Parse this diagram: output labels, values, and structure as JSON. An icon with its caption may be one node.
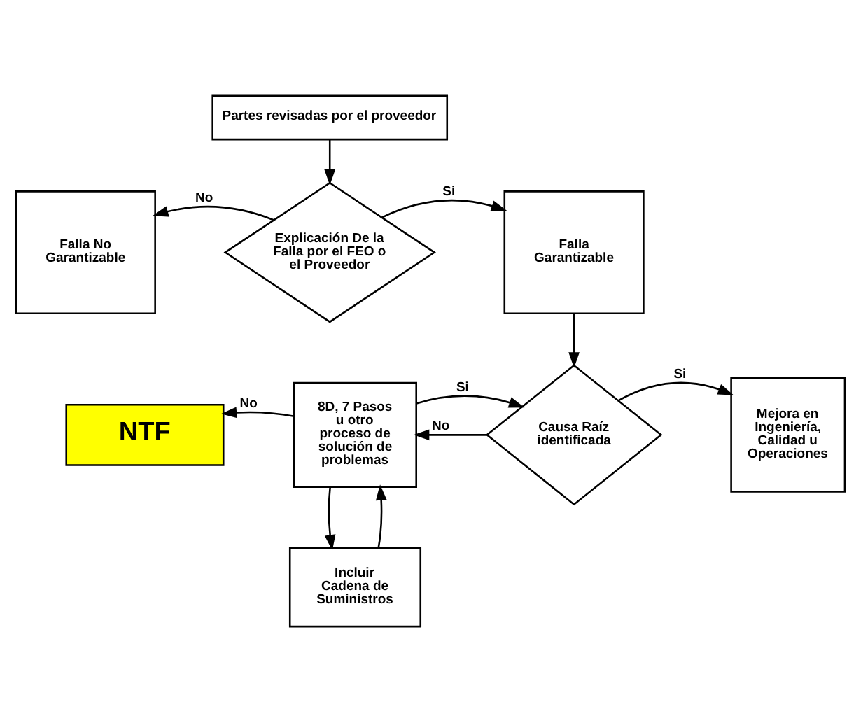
{
  "diagram": {
    "nodes": [
      {
        "text": [
          "Partes revisadas por el proveedor"
        ]
      },
      {
        "text": [
          "Explicación De la Falla por el FEO o el Proveedor"
        ]
      },
      {
        "text": [
          "Falla No Garantizable"
        ]
      },
      {
        "text": [
          "Falla Garantizable"
        ]
      },
      {
        "text": [
          "Causa Raíz identificada"
        ]
      },
      {
        "text": [
          "8D, 7 Pasos u otro proceso de solución de problemas"
        ]
      },
      {
        "text": [
          "Mejora en Ingeniería, Calidad u Operaciones"
        ]
      },
      {
        "text": [
          "NTF"
        ]
      },
      {
        "text": [
          "Incluir Cadena de Suministros"
        ]
      }
    ],
    "edges": [
      {
        "from": 0,
        "to": 1,
        "arrow": "to"
      },
      {
        "from": 1,
        "to": 2,
        "arrow": "to",
        "label": "No"
      },
      {
        "from": 1,
        "to": 3,
        "arrow": "to",
        "label": "Si"
      },
      {
        "from": 3,
        "to": 4,
        "arrow": "to"
      },
      {
        "from": 4,
        "to": 5,
        "arrow": "to",
        "label": "No"
      },
      {
        "from": 5,
        "to": 4,
        "arrow": "to",
        "label": "Si"
      },
      {
        "from": 4,
        "to": 6,
        "arrow": "to",
        "label": "Si"
      },
      {
        "from": 5,
        "to": 7,
        "arrow": "to",
        "label": "No"
      },
      {
        "from": 5,
        "to": 8,
        "arrow": "to"
      },
      {
        "from": 8,
        "to": 5,
        "arrow": "to"
      }
    ]
  }
}
